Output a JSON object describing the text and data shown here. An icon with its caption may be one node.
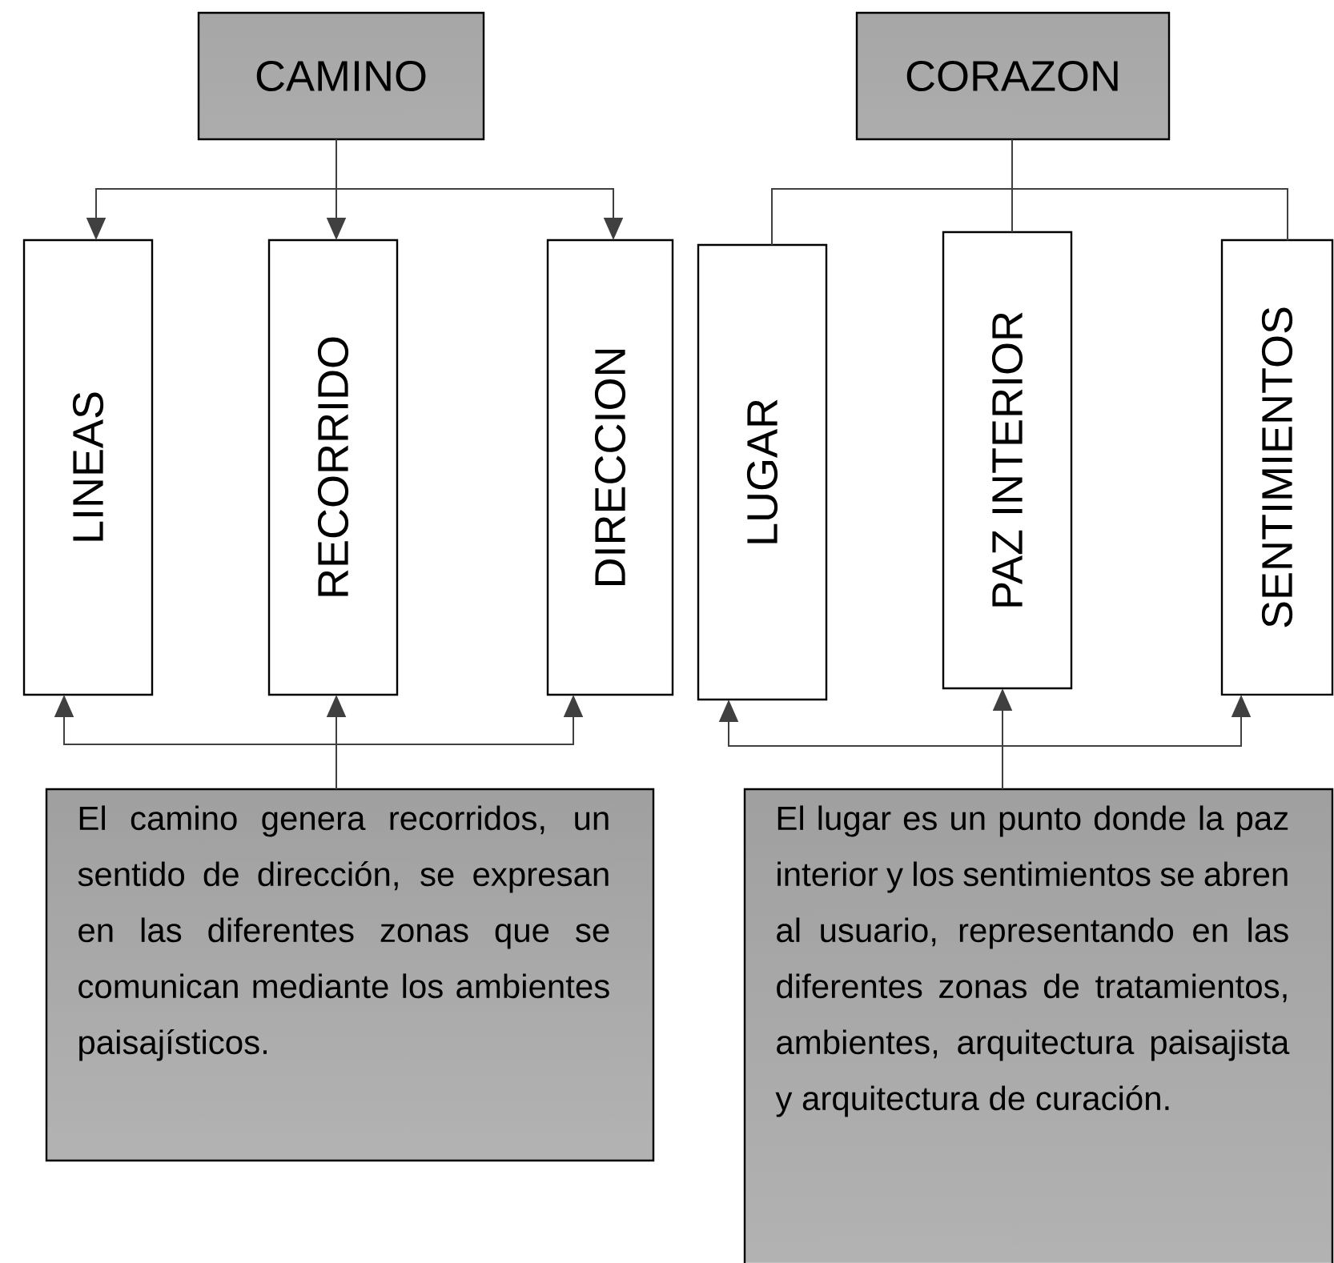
{
  "diagram": {
    "nodes": [
      {
        "text": [
          "CAMINO"
        ]
      },
      {
        "text": [
          "LINEAS"
        ]
      },
      {
        "text": [
          "RECORRIDO"
        ]
      },
      {
        "text": [
          "DIRECCION"
        ]
      },
      {
        "text": [
          "CORAZON"
        ]
      },
      {
        "text": [
          "LUGAR"
        ]
      },
      {
        "text": [
          "PAZ INTERIOR"
        ]
      },
      {
        "text": [
          "SENTIMIENTOS"
        ]
      },
      {
        "text": [
          "El camino genera recorridos, un sentido de dirección, se expresan en las diferentes zonas que se comunican mediante los ambientes paisajísticos."
        ]
      },
      {
        "text": [
          "El lugar es un punto donde la paz interior y los sentimientos se abren al usuario, representando en las diferentes zonas de tratamientos, ambientes, arquitectura paisajista y arquitectura de curación."
        ]
      }
    ],
    "edges": [
      {
        "from": 0,
        "to": 1,
        "arrow": "to"
      },
      {
        "from": 0,
        "to": 2,
        "arrow": "to"
      },
      {
        "from": 0,
        "to": 3,
        "arrow": "to"
      },
      {
        "from": 4,
        "to": 5,
        "arrow": "none"
      },
      {
        "from": 4,
        "to": 6,
        "arrow": "none"
      },
      {
        "from": 4,
        "to": 7,
        "arrow": "none"
      },
      {
        "from": 8,
        "to": 1,
        "arrow": "to"
      },
      {
        "from": 8,
        "to": 2,
        "arrow": "to"
      },
      {
        "from": 8,
        "to": 3,
        "arrow": "to"
      },
      {
        "from": 9,
        "to": 5,
        "arrow": "to"
      },
      {
        "from": 9,
        "to": 6,
        "arrow": "to"
      },
      {
        "from": 9,
        "to": 7,
        "arrow": "to"
      }
    ]
  }
}
